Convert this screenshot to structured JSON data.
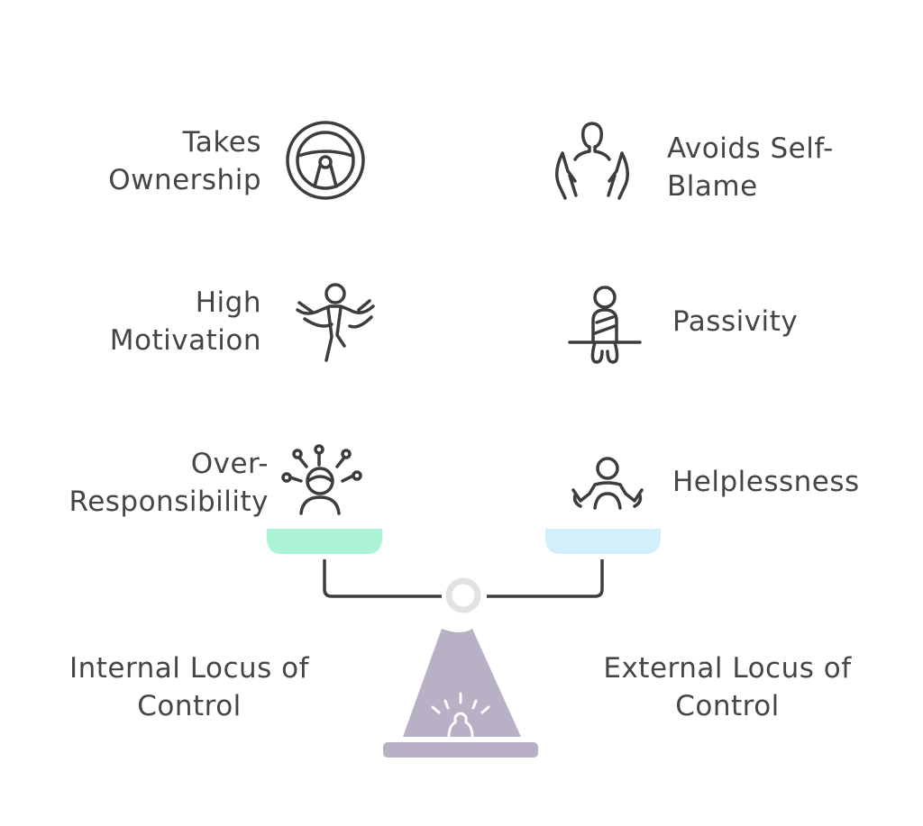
{
  "left_items": [
    {
      "lines": [
        "Takes",
        "Ownership"
      ],
      "icon": "steering-wheel-icon"
    },
    {
      "lines": [
        "High",
        "Motivation"
      ],
      "icon": "runner-finish-line-icon"
    },
    {
      "lines": [
        "Over-",
        "Responsibility"
      ],
      "icon": "overwhelmed-person-icon"
    }
  ],
  "right_items": [
    {
      "lines": [
        "Avoids Self-",
        "Blame"
      ],
      "icon": "person-hands-icon"
    },
    {
      "lines": [
        "Passivity"
      ],
      "icon": "sitting-person-icon"
    },
    {
      "lines": [
        "Helplessness"
      ],
      "icon": "shrugging-person-icon"
    }
  ],
  "internal_label": [
    "Internal Locus of",
    "Control"
  ],
  "external_label": [
    "External Locus of",
    "Control"
  ],
  "colors": {
    "left_pan": "#adf4d6",
    "right_pan": "#d2f0fb",
    "fulcrum": "#b8b0c5",
    "beam": "#3d3d3d",
    "pivot": "#e2e2e2"
  }
}
